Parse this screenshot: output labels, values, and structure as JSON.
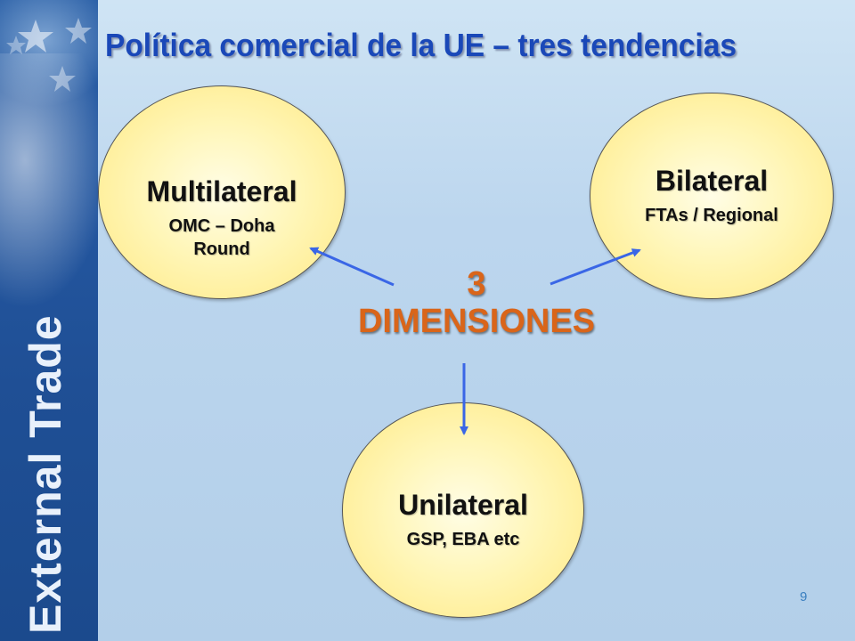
{
  "sidebar": {
    "brand": "External Trade"
  },
  "title": "Política comercial de la UE – tres tendencias",
  "center": {
    "number": "3",
    "text": "DIMENSIONES"
  },
  "nodes": {
    "multilateral": {
      "label": "Multilateral",
      "sub1": "OMC – Doha",
      "sub2": "Round"
    },
    "bilateral": {
      "label": "Bilateral",
      "sub1": "FTAs / Regional"
    },
    "unilateral": {
      "label": "Unilateral",
      "sub1": "GSP, EBA etc"
    }
  },
  "page_number": "9",
  "colors": {
    "title": "#1a48b8",
    "center_text": "#d9651a",
    "arrow": "#3a66e6",
    "bubble_fill": "#fff6b8",
    "sidebar": "#2457a0"
  }
}
